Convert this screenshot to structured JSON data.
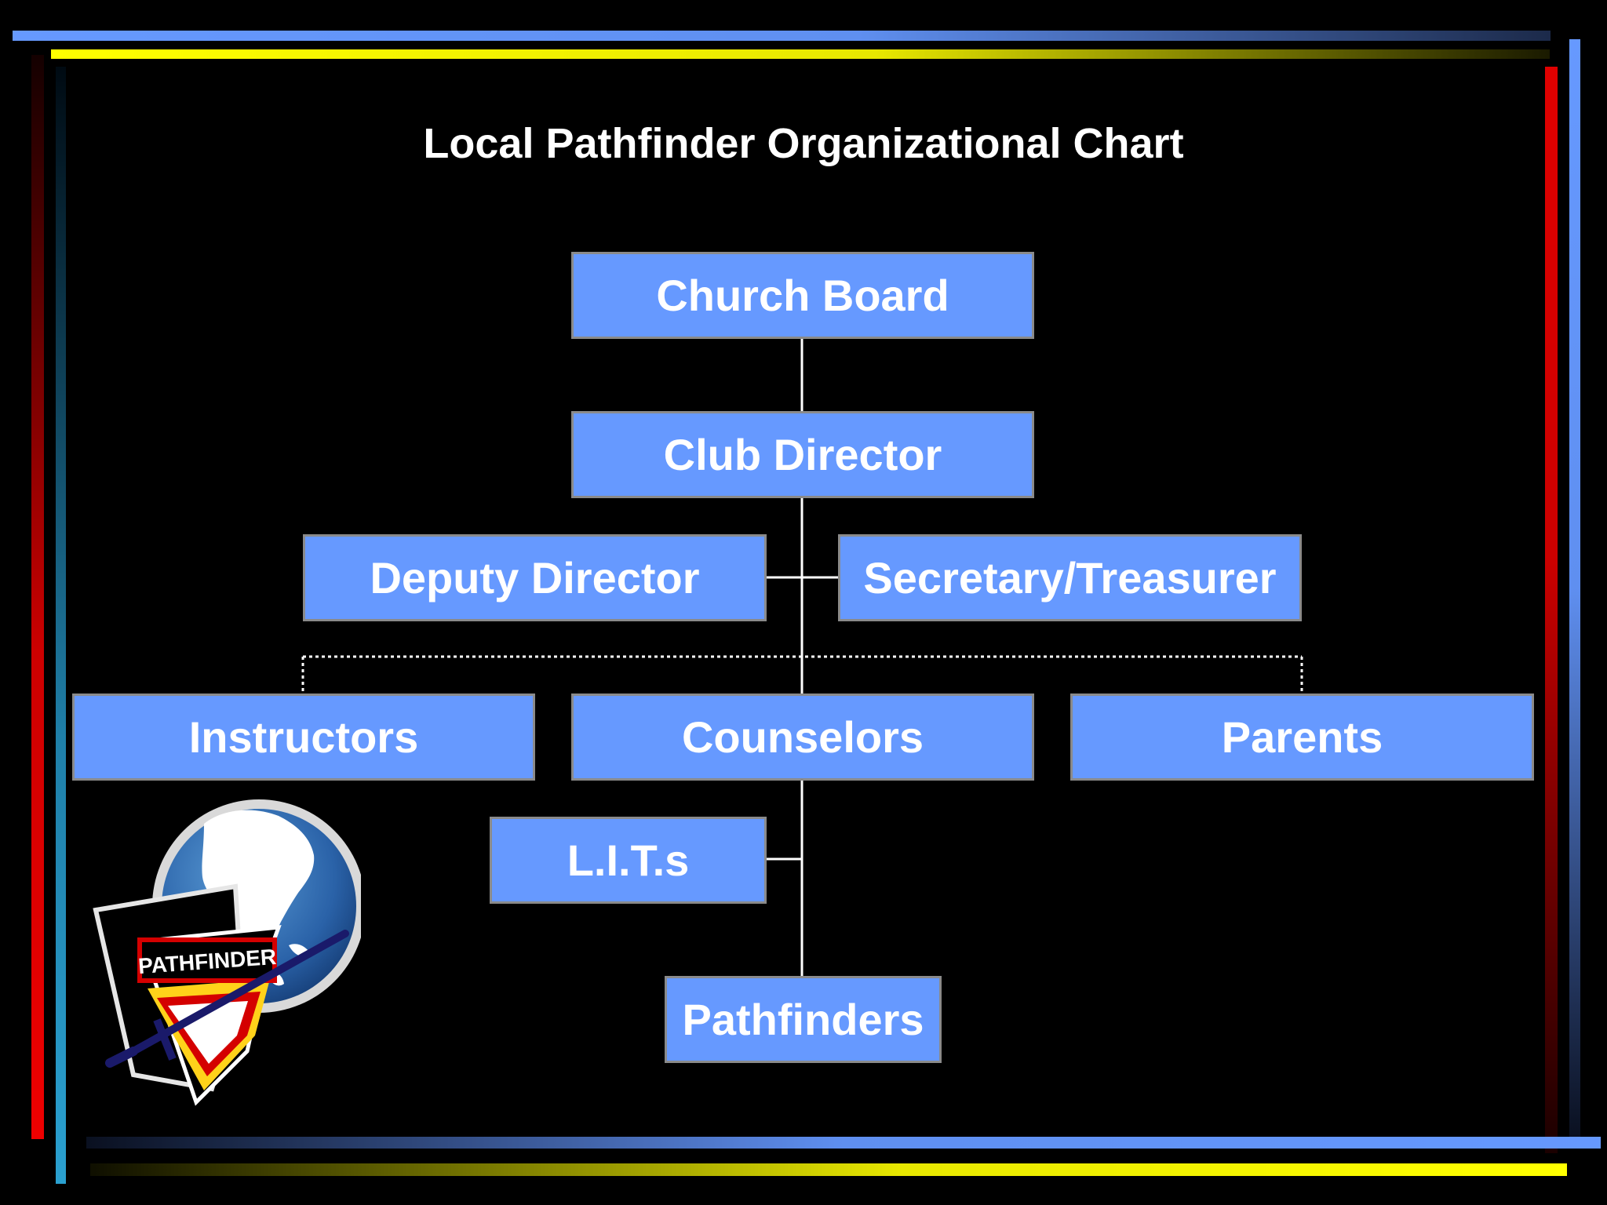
{
  "title": "Local Pathfinder Organizational Chart",
  "nodes": {
    "church_board": "Church Board",
    "club_director": "Club Director",
    "deputy_director": "Deputy Director",
    "secretary_treasurer": "Secretary/Treasurer",
    "instructors": "Instructors",
    "counselors": "Counselors",
    "parents": "Parents",
    "lits": "L.I.T.s",
    "pathfinders": "Pathfinders"
  },
  "edges": [
    {
      "from": "Church Board",
      "to": "Club Director",
      "style": "solid"
    },
    {
      "from": "Club Director",
      "to": "Deputy Director",
      "style": "solid"
    },
    {
      "from": "Club Director",
      "to": "Secretary/Treasurer",
      "style": "solid"
    },
    {
      "from": "Club Director",
      "to": "Counselors",
      "style": "solid"
    },
    {
      "from": "Club Director",
      "to": "Instructors",
      "style": "dotted"
    },
    {
      "from": "Club Director",
      "to": "Parents",
      "style": "dotted"
    },
    {
      "from": "Counselors",
      "to": "L.I.T.s",
      "style": "solid"
    },
    {
      "from": "Counselors",
      "to": "Pathfinders",
      "style": "solid"
    }
  ],
  "logo": {
    "text": "PATHFINDER"
  },
  "colors": {
    "background": "#000000",
    "box_fill": "#6699ff",
    "box_border": "#8a8a8a",
    "text": "#ffffff",
    "connector": "#ffffff",
    "stripe_blue": "#6699ff",
    "stripe_yellow": "#ffff00",
    "stripe_red": "#cc0000"
  }
}
